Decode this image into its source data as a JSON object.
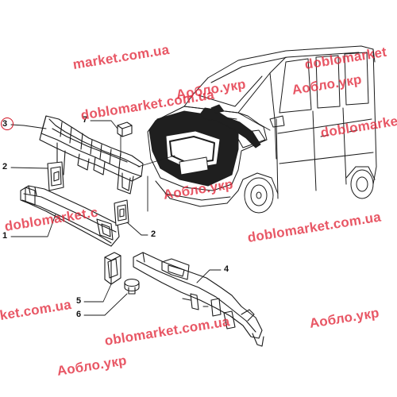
{
  "callouts": {
    "c1": "1",
    "c2a": "2",
    "c2b": "2",
    "c3": "3",
    "c4": "4",
    "c5": "5",
    "c6": "6",
    "c7": "7"
  },
  "watermarks": {
    "w1": "market.com.ua",
    "w2": "doblomarket",
    "w3": "Аобло.укр",
    "w4": "doblomarket.com.ua",
    "w5": "Аобло.укр",
    "w6": "doblomarket.",
    "w7": "Аобло.укр",
    "w8": "doblomarket.c",
    "w9": "doblomarket.com.ua",
    "w10": "ket.com.ua",
    "w11": "Аобло.укр",
    "w12": "oblomarket.com.ua",
    "w13": "Аобло.укр"
  },
  "colors": {
    "watermark": "#e2283a",
    "line": "#1a1a1a",
    "highlight_circle": "#d01020"
  }
}
